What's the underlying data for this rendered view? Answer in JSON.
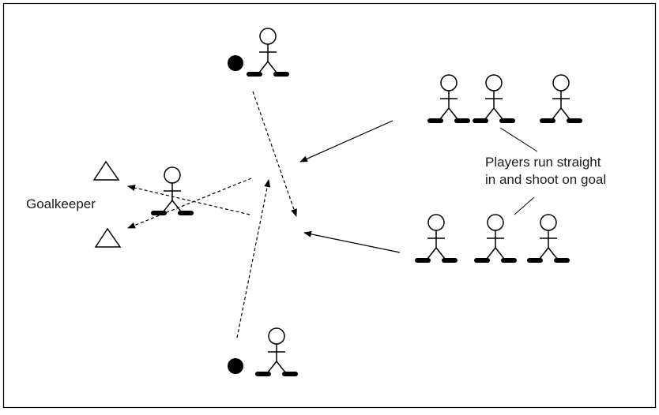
{
  "labels": {
    "goalkeeper": "Goalkeeper",
    "note_line1": "Players run straight",
    "note_line2": "in and shoot on goal"
  },
  "colors": {
    "ink": "#000000",
    "background": "#ffffff"
  },
  "elements": {
    "players": 9,
    "balls": 2,
    "cones": 2,
    "run_arrows": 2,
    "pass_lines": 2,
    "shot_arrows": 2
  }
}
